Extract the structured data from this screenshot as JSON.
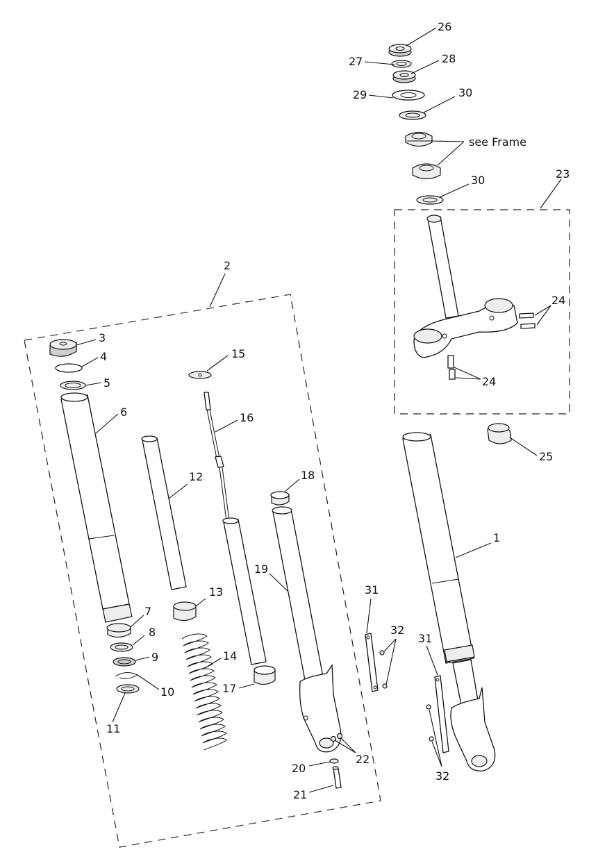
{
  "callouts": {
    "c1": "1",
    "c2": "2",
    "c3": "3",
    "c4": "4",
    "c5": "5",
    "c6": "6",
    "c7": "7",
    "c8": "8",
    "c9": "9",
    "c10": "10",
    "c11": "11",
    "c12": "12",
    "c13": "13",
    "c14": "14",
    "c15": "15",
    "c16": "16",
    "c17": "17",
    "c18": "18",
    "c19": "19",
    "c20": "20",
    "c21": "21",
    "c22": "22",
    "c23": "23",
    "c24a": "24",
    "c24b": "24",
    "c25": "25",
    "c26": "26",
    "c27": "27",
    "c28": "28",
    "c29": "29",
    "c30a": "30",
    "c30b": "30",
    "c31a": "31",
    "c31b": "31",
    "c32a": "32",
    "c32b": "32"
  },
  "notes": {
    "see_frame": "see Frame"
  }
}
